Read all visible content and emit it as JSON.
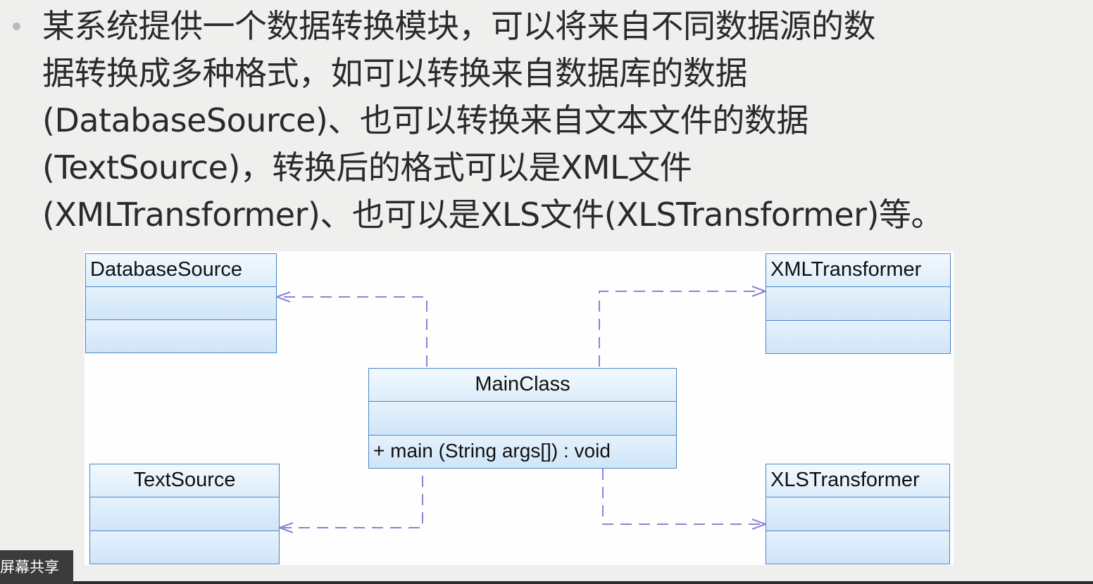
{
  "slide": {
    "paragraph_lines": [
      "某系统提供一个数据转换模块，可以将来自不同数据源的数",
      "据转换成多种格式，如可以转换来自数据库的数据",
      "(DatabaseSource)、也可以转换来自文本文件的数据",
      "(TextSource)，转换后的格式可以是XML文件",
      "(XMLTransformer)、也可以是XLS文件(XLSTransformer)等。"
    ]
  },
  "diagram": {
    "classes": {
      "database_source": {
        "name": "DatabaseSource"
      },
      "text_source": {
        "name": "TextSource"
      },
      "main_class": {
        "name": "MainClass",
        "operation": "+ main (String args[]) : void"
      },
      "xml_transformer": {
        "name": "XMLTransformer"
      },
      "xls_transformer": {
        "name": "XLSTransformer"
      }
    },
    "relationship_type": "dependency",
    "relationships": [
      {
        "from": "MainClass",
        "to": "DatabaseSource"
      },
      {
        "from": "MainClass",
        "to": "TextSource"
      },
      {
        "from": "MainClass",
        "to": "XMLTransformer"
      },
      {
        "from": "MainClass",
        "to": "XLSTransformer"
      }
    ],
    "colors": {
      "border": "#4b86c6",
      "fill": "#d3e8f8",
      "connector": "#8c82d6"
    }
  },
  "overlay": {
    "badge_label": "屏幕共享"
  }
}
